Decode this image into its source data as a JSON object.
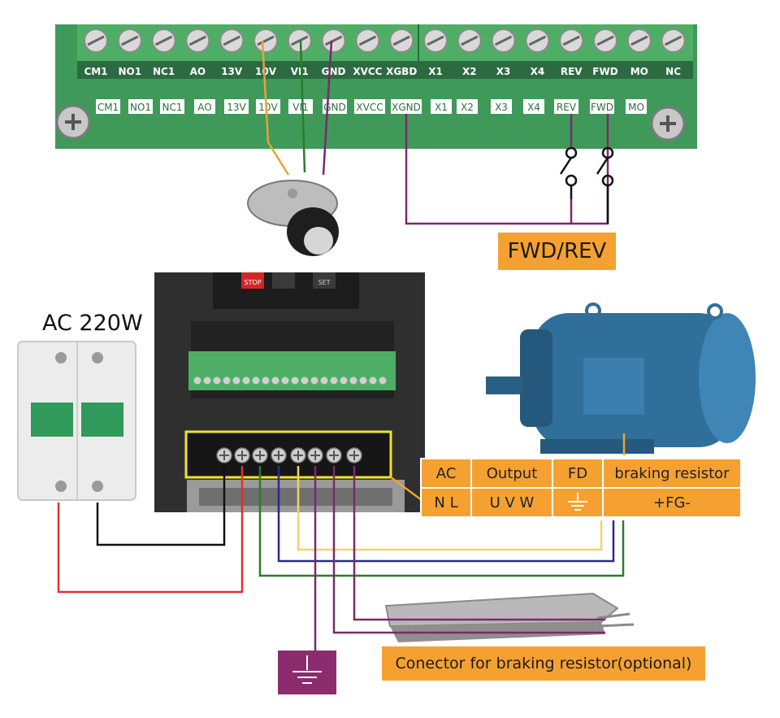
{
  "top_board": {
    "upper_labels": [
      "CM1",
      "NO1",
      "NC1",
      "AO",
      "13V",
      "10V",
      "VI1",
      "GND",
      "XVCC",
      "XGBD",
      "X1",
      "X2",
      "X3",
      "X4",
      "REV",
      "FWD",
      "MO",
      "NC"
    ],
    "lower_labels": [
      "CM1",
      "NO1",
      "NC1",
      "AO",
      "13V",
      "10V",
      "VI1",
      "GND",
      "XVCC",
      "XGND",
      "X1",
      "X2",
      "X3",
      "X4",
      "REV",
      "FWD",
      "MO"
    ]
  },
  "labels": {
    "fwd_rev": "FWD/REV",
    "ac_title": "AC 220W",
    "resistor_connector": "Conector for braking resistor(optional)"
  },
  "terminal_table": {
    "header": [
      "AC",
      "Output",
      "FD",
      "braking resistor"
    ],
    "row": [
      "N  L",
      "U  V  W",
      "",
      "+FG-"
    ]
  },
  "drive_keys": {
    "stop": "STOP",
    "set": "SET"
  },
  "colors": {
    "board_green": "#3f9a5a",
    "label_orange": "#f4a132",
    "wire_purple": "#7a2a6a",
    "wire_red": "#e03030",
    "wire_black": "#111111",
    "wire_green": "#2e7a2e",
    "wire_blue": "#2a2a8a",
    "wire_yellow": "#f4d36a",
    "motor_blue": "#2f6f9a",
    "highlight_yellow": "#f2e22a",
    "ground_box": "#8a2c6e"
  },
  "icons": [
    "ground-icon",
    "screw-icon",
    "switch-icon",
    "potentiometer-icon",
    "motor-icon",
    "breaker-icon",
    "resistor-icon"
  ]
}
